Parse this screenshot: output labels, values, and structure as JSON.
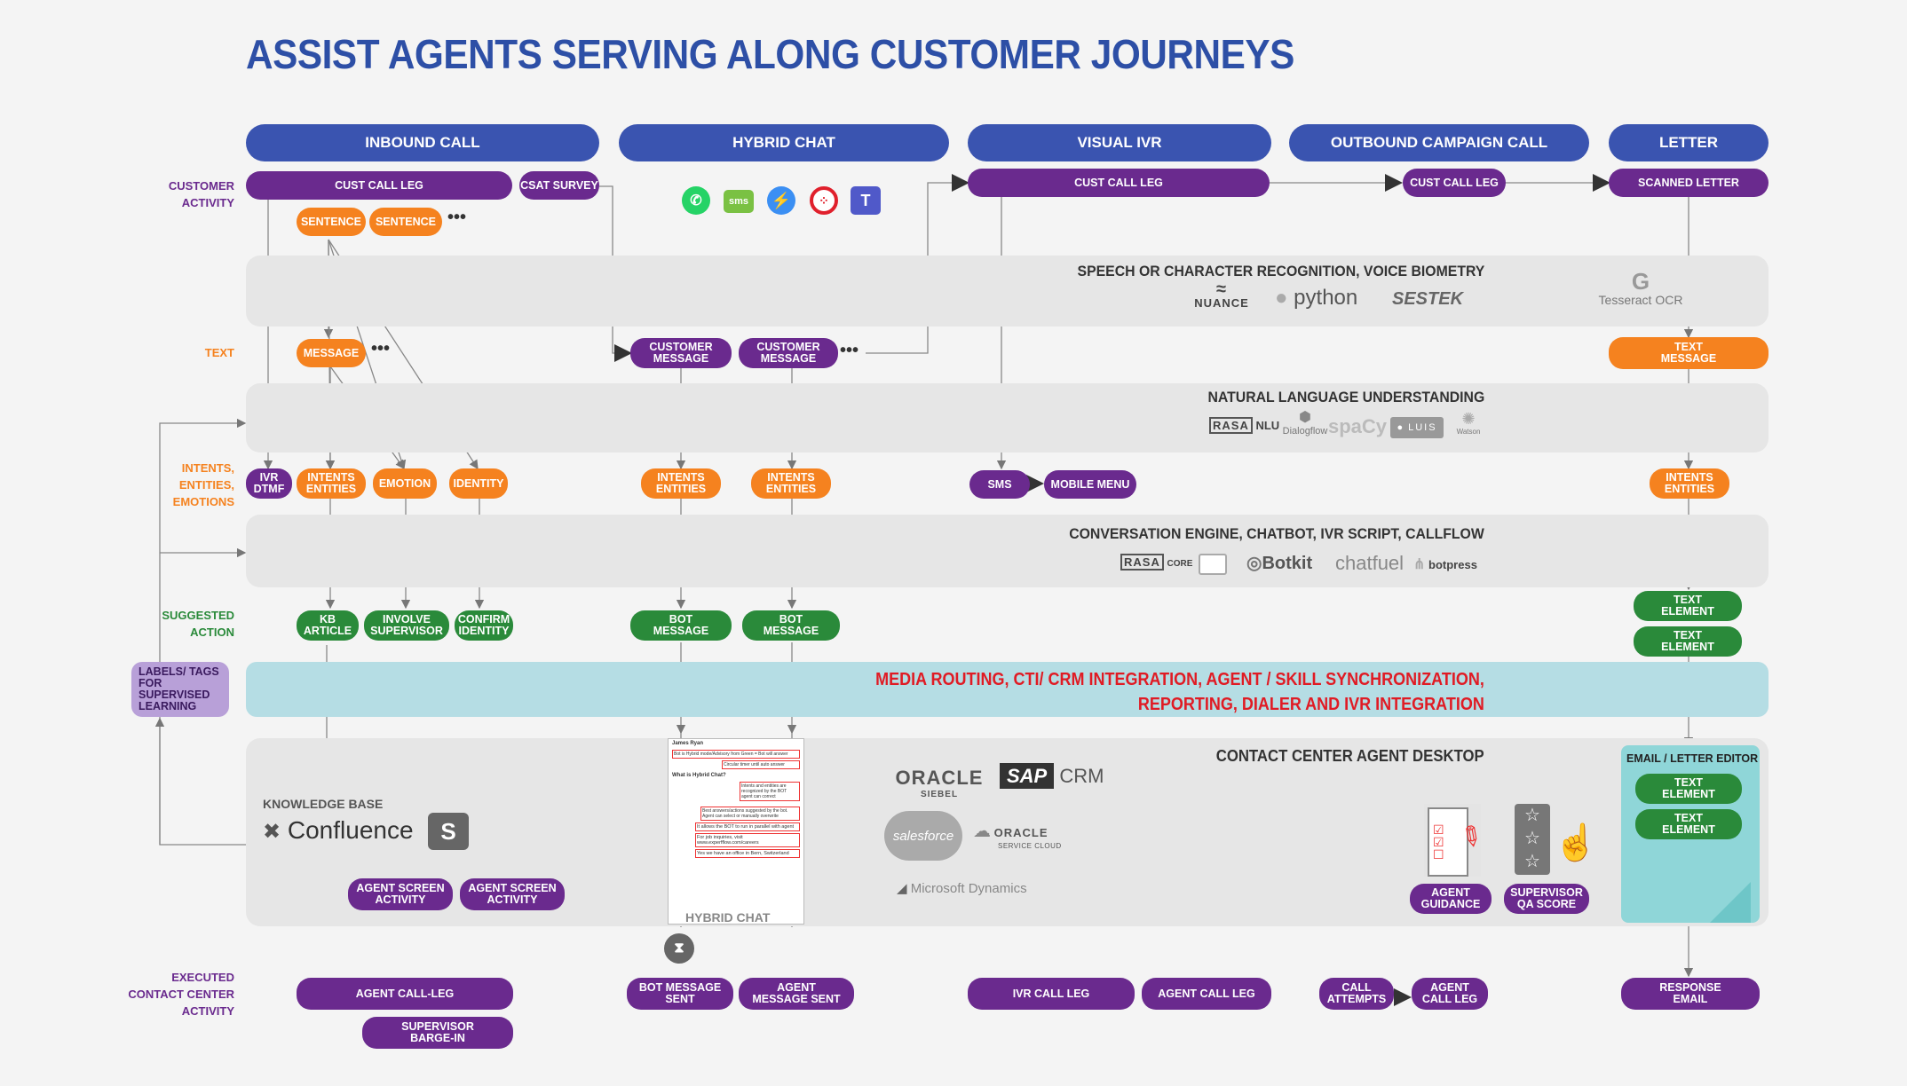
{
  "title": "ASSIST AGENTS SERVING ALONG CUSTOMER JOURNEYS",
  "headers": [
    "INBOUND CALL",
    "HYBRID CHAT",
    "VISUAL IVR",
    "OUTBOUND CAMPAIGN  CALL",
    "LETTER"
  ],
  "side_labels": {
    "customer_activity": "CUSTOMER\nACTIVITY",
    "text": "TEXT",
    "intents": "INTENTS,\nENTITIES,\nEMOTIONS",
    "suggested": "SUGGESTED\nACTION",
    "executed": "EXECUTED\nCONTACT CENTER\nACTIVITY"
  },
  "labels_tags": "LABELS/ TAGS\nFOR SUPERVISED\nLEARNING",
  "bands": {
    "speech": "SPEECH OR CHARACTER RECOGNITION, VOICE BIOMETRY",
    "nlu": "NATURAL LANGUAGE UNDERSTANDING",
    "conv": "CONVERSATION ENGINE, CHATBOT, IVR SCRIPT, CALLFLOW",
    "routing": "MEDIA ROUTING, CTI/ CRM  INTEGRATION, AGENT / SKILL SYNCHRONIZATION,\nREPORTING, DIALER AND IVR INTEGRATION",
    "desktop": "CONTACT CENTER AGENT DESKTOP"
  },
  "logos": {
    "nuance": "NUANCE",
    "python": "python",
    "sestek": "SESTEK",
    "tesseract": "Tesseract OCR",
    "rasa_nlu": "RASA",
    "nlu": "NLU",
    "dialogflow": "Dialogflow",
    "spacy": "spaCy",
    "luis": "LUIS",
    "watson": "Watson",
    "rasa_core": "RASA",
    "core": "CORE",
    "botkit": "Botkit",
    "chatfuel": "chatfuel",
    "botpress": "botpress",
    "oracle": "ORACLE",
    "siebel": "SIEBEL",
    "sap": "SAP",
    "crm": "CRM",
    "salesforce": "salesforce",
    "oracle_sc": "ORACLE",
    "service_cloud": "SERVICE CLOUD",
    "ms_dynamics": "Microsoft Dynamics",
    "confluence": "Confluence",
    "sms_icon": "sms"
  },
  "knowledge_base": "KNOWLEDGE BASE",
  "hybrid_chat_label": "HYBRID CHAT",
  "email_editor": "EMAIL / LETTER EDITOR",
  "pills": {
    "cust_call_leg_1": "CUST CALL LEG",
    "csat": "CSAT SURVEY",
    "sentence_1": "SENTENCE",
    "sentence_2": "SENTENCE",
    "message": "MESSAGE",
    "cust_msg_1": "CUSTOMER\nMESSAGE",
    "cust_msg_2": "CUSTOMER\nMESSAGE",
    "cust_call_leg_2": "CUST CALL LEG",
    "cust_call_leg_3": "CUST CALL LEG",
    "scanned_letter": "SCANNED LETTER",
    "text_message": "TEXT\nMESSAGE",
    "ivr_dtmf": "IVR\nDTMF",
    "intents_1": "INTENTS\nENTITIES",
    "emotion": "EMOTION",
    "identity": "IDENTITY",
    "intents_2": "INTENTS\nENTITIES",
    "intents_3": "INTENTS\nENTITIES",
    "sms": "SMS",
    "mobile_menu": "MOBILE MENU",
    "intents_4": "INTENTS\nENTITIES",
    "kb_article": "KB\nARTICLE",
    "involve_sup": "INVOLVE\nSUPERVISOR",
    "confirm_id": "CONFIRM\nIDENTITY",
    "bot_msg_1": "BOT\nMESSAGE",
    "bot_msg_2": "BOT\nMESSAGE",
    "text_el_1": "TEXT\nELEMENT",
    "text_el_2": "TEXT\nELEMENT",
    "text_el_3": "TEXT\nELEMENT",
    "text_el_4": "TEXT\nELEMENT",
    "agent_screen_1": "AGENT SCREEN\nACTIVITY",
    "agent_screen_2": "AGENT SCREEN\nACTIVITY",
    "agent_guidance": "AGENT\nGUIDANCE",
    "sup_qa": "SUPERVISOR\nQA SCORE",
    "agent_call_leg_1": "AGENT CALL-LEG",
    "sup_barge": "SUPERVISOR\nBARGE-IN",
    "bot_msg_sent": "BOT MESSAGE\nSENT",
    "agent_msg_sent": "AGENT\nMESSAGE SENT",
    "ivr_call_leg": "IVR CALL LEG",
    "agent_call_leg_2": "AGENT CALL LEG",
    "call_attempts": "CALL\nATTEMPTS",
    "agent_call_leg_3": "AGENT\nCALL LEG",
    "response_email": "RESPONSE\nEMAIL"
  },
  "chat_card": {
    "name": "James Ryan",
    "lines": [
      "Bot is Hybrid mode/Advisory from Green = Bot will answer",
      "Circular timer until auto answer",
      "What is Hybrid Chat?",
      "Intents and entities are recognized by the BOT agent can correct",
      "Best answers/actions suggested by the bot. Agent can select or manually overwrite",
      "It allows the BOT to run in parallel with agent",
      "For job inquiries, visit www.experfflow.com/careers",
      "Yes we have an office in Bern, Switzerland"
    ]
  },
  "colors": {
    "title": "#2d4fa6",
    "header": "#3a54b0",
    "purple": "#6a2a8e",
    "orange": "#f5821f",
    "green": "#2a8a3a",
    "routing_text": "#e01b24",
    "routing_band": "#b5dde4",
    "email_box": "#8fd6d8"
  }
}
